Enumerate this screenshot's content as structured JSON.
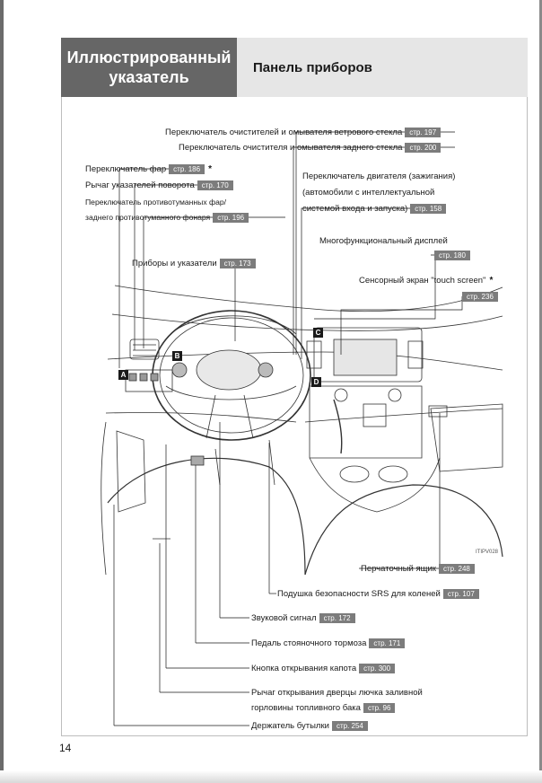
{
  "header": {
    "section_title": "Иллюстрированный указатель",
    "page_title": "Панель приборов"
  },
  "callouts": {
    "wiper_front": {
      "label": "Переключатель очистителей и омывателя ветрового стекла",
      "ref": "стр. 197"
    },
    "wiper_rear": {
      "label": "Переключатель очистителя и омывателя заднего стекла",
      "ref": "стр. 200"
    },
    "headlight": {
      "label": "Переключатель фар",
      "ref": "стр. 186",
      "note": "*"
    },
    "turn_signal": {
      "label": "Рычаг указателей поворота",
      "ref": "стр. 170"
    },
    "fog_line1": "Переключатель противотуманных фар/",
    "fog_line2": {
      "label": "заднего противотуманного фонаря",
      "ref": "стр. 196"
    },
    "ignition_line1": "Переключатель двигателя (зажигания)",
    "ignition_line2": "(автомобили с интеллектуальной",
    "ignition_line3": {
      "label": "системой входа и запуска)",
      "ref": "стр. 158"
    },
    "display": {
      "label": "Многофункциональный дисплей",
      "ref": "стр. 180"
    },
    "gauges": {
      "label": "Приборы и указатели",
      "ref": "стр. 173"
    },
    "touch": {
      "label": "Сенсорный экран \"touch screen\"",
      "note": "*",
      "ref": "стр. 236"
    },
    "glovebox": {
      "label": "Перчаточный ящик",
      "ref": "стр. 248"
    },
    "knee_airbag": {
      "label": "Подушка безопасности SRS для коленей",
      "ref": "стр. 107"
    },
    "horn": {
      "label": "Звуковой сигнал",
      "ref": "стр. 172"
    },
    "parking_brake": {
      "label": "Педаль стояночного тормоза",
      "ref": "стр. 171"
    },
    "hood": {
      "label": "Кнопка открывания капота",
      "ref": "стр. 300"
    },
    "fuel_line1": "Рычаг открывания дверцы лючка заливной",
    "fuel_line2": {
      "label": "горловины топливного бака",
      "ref": "стр. 96"
    },
    "bottle": {
      "label": "Держатель бутылки",
      "ref": "стр. 254"
    }
  },
  "badges": [
    "A",
    "B",
    "C",
    "D"
  ],
  "illustration_code": "ITIPV028",
  "page_number": "14"
}
